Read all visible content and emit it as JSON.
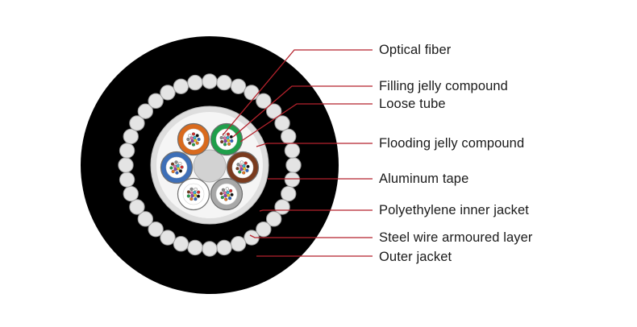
{
  "labels": [
    "Optical fiber",
    "Filling jelly compound",
    "Loose tube",
    "Flooding jelly compound",
    "Aluminum tape",
    "Polyethylene inner jacket",
    "Steel wire armoured layer",
    "Outer jacket"
  ],
  "colors": {
    "jacket": "#000000",
    "wire_fill": "#e4e4e4",
    "wire_stroke": "#9a9a9a",
    "aluminum_tape": "#e0e0e0",
    "flooding_jelly": "#f4f4f4",
    "central_member": "#d0d0d0",
    "leader_line": "#b5222c",
    "tube_orange": "#d96a1d",
    "tube_green": "#1f9f4a",
    "tube_brown": "#7a3b1e",
    "tube_gray": "#a8a8a8",
    "tube_white": "#ffffff",
    "tube_blue": "#3d6fb8"
  }
}
